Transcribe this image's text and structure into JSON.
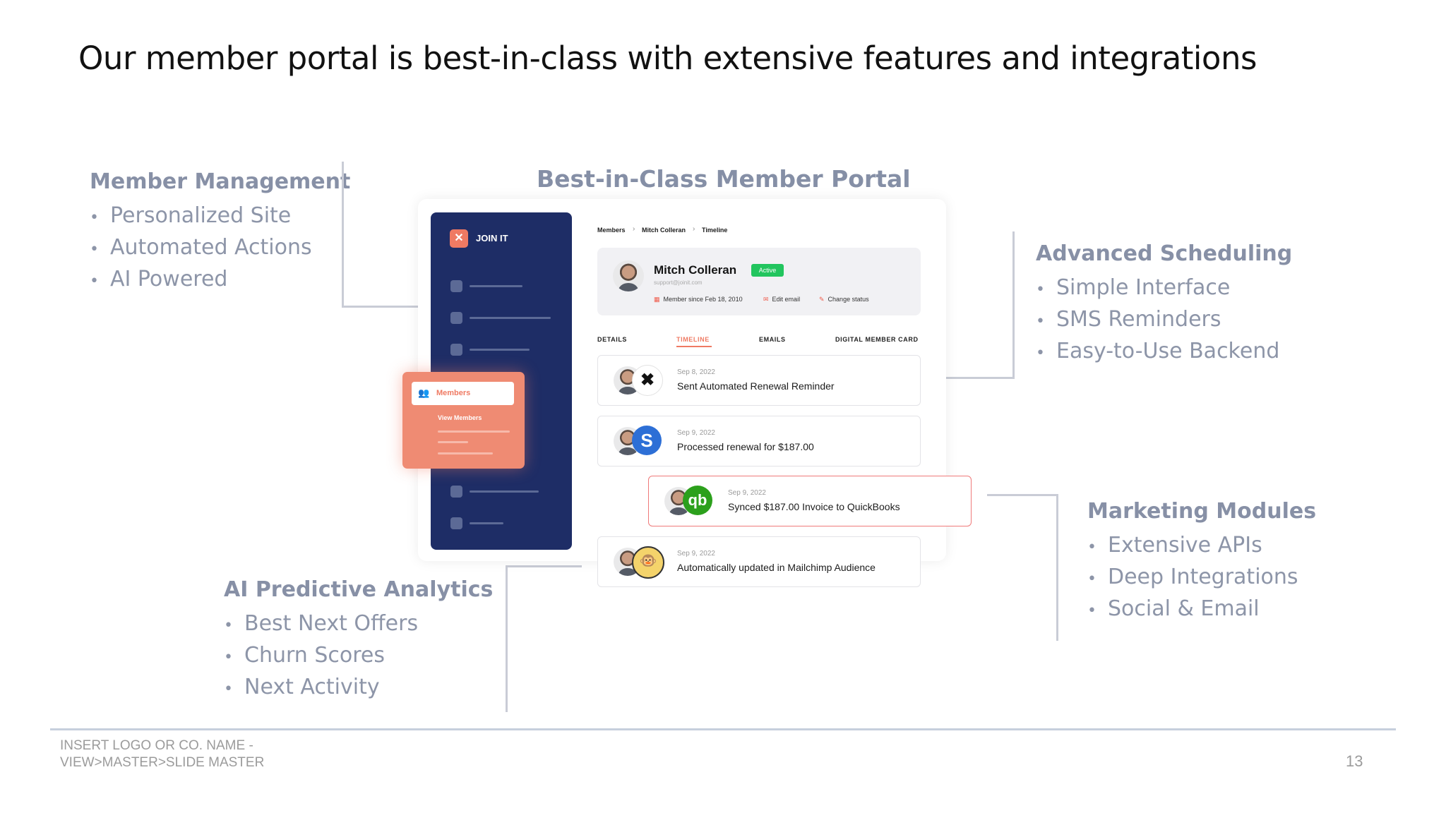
{
  "slide": {
    "title": "Our member portal is best-in-class with extensive features and integrations",
    "footer_text_line1": "INSERT LOGO OR CO. NAME -",
    "footer_text_line2": "VIEW>MASTER>SLIDE MASTER",
    "page_number": "13"
  },
  "features": {
    "member_management": {
      "heading": "Member Management",
      "items": [
        "Personalized Site",
        "Automated Actions",
        "AI Powered"
      ]
    },
    "advanced_scheduling": {
      "heading": "Advanced Scheduling",
      "items": [
        "Simple Interface",
        "SMS Reminders",
        "Easy-to-Use Backend"
      ]
    },
    "ai_predictive_analytics": {
      "heading": "AI Predictive Analytics",
      "items": [
        "Best Next Offers",
        "Churn Scores",
        "Next Activity"
      ]
    },
    "marketing_modules": {
      "heading": "Marketing Modules",
      "items": [
        "Extensive APIs",
        "Deep Integrations",
        "Social & Email"
      ]
    }
  },
  "portal": {
    "title": "Best-in-Class Member Portal",
    "app_name": "JOIN IT",
    "popover": {
      "button_label": "Members",
      "sub_label": "View Members"
    },
    "breadcrumb": [
      "Members",
      "Mitch Colleran",
      "Timeline"
    ],
    "profile": {
      "name": "Mitch Colleran",
      "status": "Active",
      "email": "support@joinit.com",
      "member_since": "Member since Feb 18, 2010",
      "edit_email": "Edit email",
      "change_status": "Change status"
    },
    "tabs": [
      "DETAILS",
      "TIMELINE",
      "EMAILS",
      "DIGITAL MEMBER CARD"
    ],
    "active_tab": "TIMELINE",
    "timeline": [
      {
        "date": "Sep 8, 2022",
        "text": "Sent Automated Renewal Reminder",
        "icon": "join-it-logo-icon"
      },
      {
        "date": "Sep 9, 2022",
        "text": "Processed renewal for $187.00",
        "icon": "stripe-s-icon"
      },
      {
        "date": "Sep 9, 2022",
        "text": "Synced $187.00 Invoice to QuickBooks",
        "icon": "quickbooks-icon"
      },
      {
        "date": "Sep 9, 2022",
        "text": "Automatically updated in Mailchimp Audience",
        "icon": "mailchimp-icon"
      }
    ]
  },
  "colors": {
    "heading_gray": "#8790a6",
    "sidebar_navy": "#1e2d66",
    "accent_coral": "#ef7a63",
    "status_green": "#22c55e",
    "stripe_blue": "#2d6fd6",
    "quickbooks_green": "#2ca01c"
  }
}
